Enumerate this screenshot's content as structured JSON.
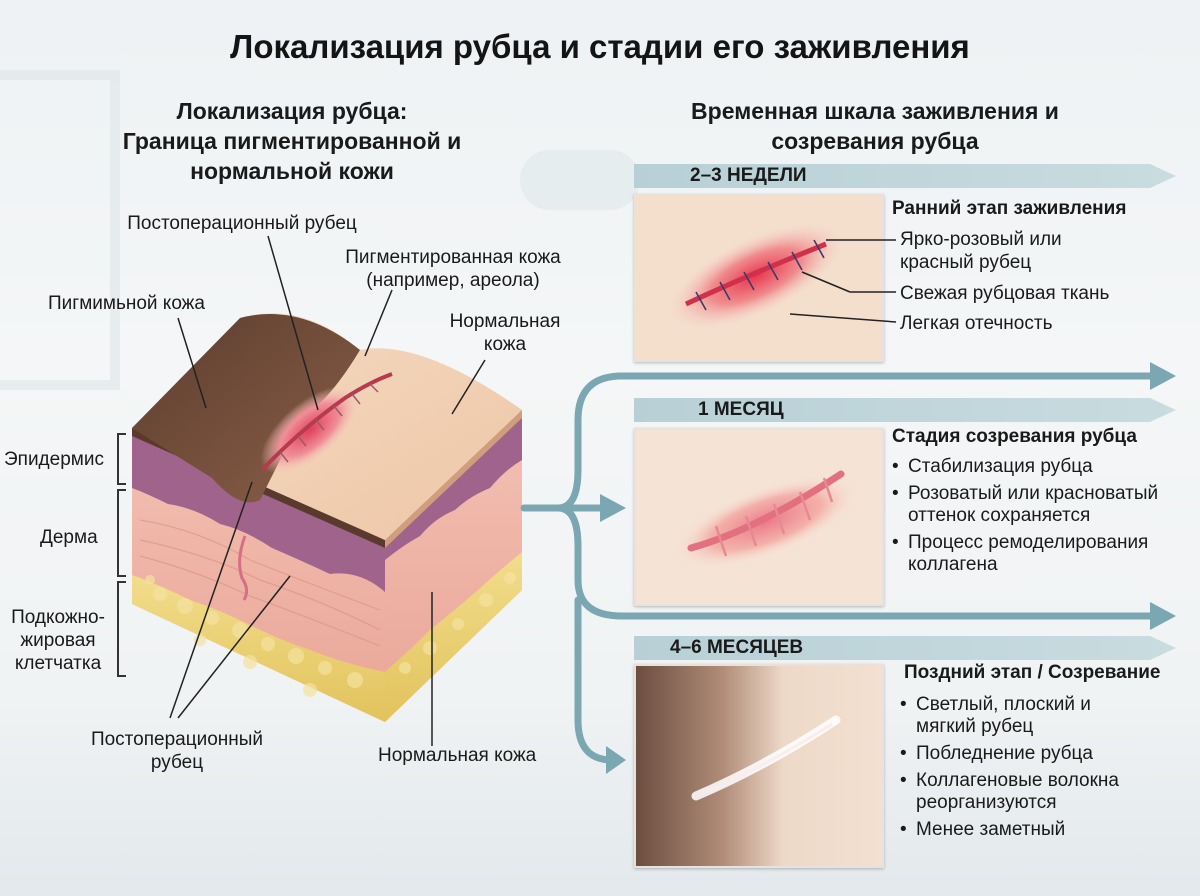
{
  "title": "Локализация рубца и стадии его заживления",
  "left": {
    "title_line1": "Локализация рубца:",
    "title_line2": "Граница пигментированной и",
    "title_line3": "нормальной кожи",
    "labels": {
      "scar_top": "Постоперационный рубец",
      "pigmented_line1": "Пигментированная кожа",
      "pigmented_line2": "(например, ареола)",
      "pigm_skin": "Пигмимьной кожа",
      "normal_top_line1": "Нормальная",
      "normal_top_line2": "кожа",
      "epidermis": "Эпидермис",
      "dermis": "Дерма",
      "subcut_line1": "Подкожно-",
      "subcut_line2": "жировая",
      "subcut_line3": "клетчатка",
      "scar_bottom_line1": "Постоперационный",
      "scar_bottom_line2": "рубец",
      "normal_bottom": "Нормальная кожа"
    }
  },
  "right": {
    "title_line1": "Временная шкала заживления и",
    "title_line2": "созревания рубца",
    "stages": [
      {
        "banner": "2–3 НЕДЕЛИ",
        "heading": "Ранний этап заживления",
        "callouts": [
          "Ярко-розовый или",
          "красный рубец",
          "Свежая рубцовая ткань",
          "Легкая отечность"
        ]
      },
      {
        "banner": "1 МЕСЯЦ",
        "heading": "Стадия созревания рубца",
        "bullets": [
          "Стабилизация рубца",
          "Розоватый или красноватый",
          "оттенок сохраняется",
          "Процесс ремоделирования",
          "коллагена"
        ]
      },
      {
        "banner": "4–6 МЕСЯЦЕВ",
        "heading": "Поздний этап / Созревание",
        "bullets": [
          "Светлый, плоский и",
          "мягкий рубец",
          "Побледнение рубца",
          "Коллагеновые волокна",
          "реорганизуются",
          "Менее заметный"
        ]
      }
    ]
  },
  "colors": {
    "arrow": "#7aa7b2",
    "banner": "#bcd3d8",
    "pigmented": "#6b4a3a",
    "normal_skin": "#f1cfb4",
    "epidermis": "#9b5e87",
    "dermis": "#f1b6a8",
    "fat": "#ecd274"
  }
}
